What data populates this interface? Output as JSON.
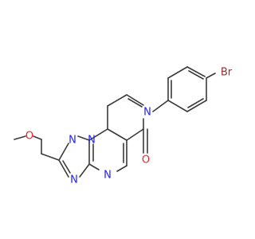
{
  "molecule": {
    "atoms": [
      {
        "id": "Br",
        "label": "Br",
        "color": "#a52a2a"
      },
      {
        "id": "N_amide",
        "label": "N",
        "color": "#2020ff"
      },
      {
        "id": "O_carbonyl",
        "label": "O",
        "color": "#ff2020"
      },
      {
        "id": "N_pyr",
        "label": "N",
        "color": "#2020ff"
      },
      {
        "id": "N_tri1",
        "label": "N",
        "color": "#2020ff"
      },
      {
        "id": "N_tri2",
        "label": "N",
        "color": "#2020ff"
      },
      {
        "id": "N_ring",
        "label": "N",
        "color": "#2020ff"
      },
      {
        "id": "O_ether",
        "label": "O",
        "color": "#ff2020"
      }
    ]
  }
}
